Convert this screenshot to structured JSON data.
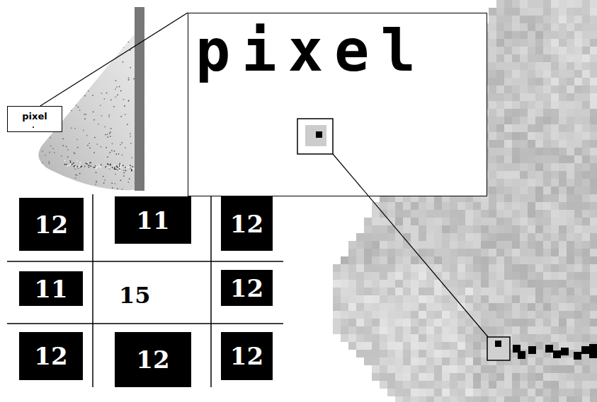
{
  "diagram": {
    "nodes": [
      {
        "text": [
          "pixel"
        ]
      },
      {
        "text": [
          "pixel"
        ]
      },
      {
        "text": [
          "12"
        ]
      },
      {
        "text": [
          "11"
        ]
      },
      {
        "text": [
          "12"
        ]
      },
      {
        "text": [
          "11"
        ]
      },
      {
        "text": [
          "12"
        ]
      },
      {
        "text": [
          "12"
        ]
      },
      {
        "text": [
          "12"
        ]
      },
      {
        "text": [
          "12"
        ]
      }
    ],
    "edges": [
      {
        "from": 0,
        "to": 1,
        "arrow": "none"
      }
    ],
    "labels": [
      "15"
    ]
  }
}
